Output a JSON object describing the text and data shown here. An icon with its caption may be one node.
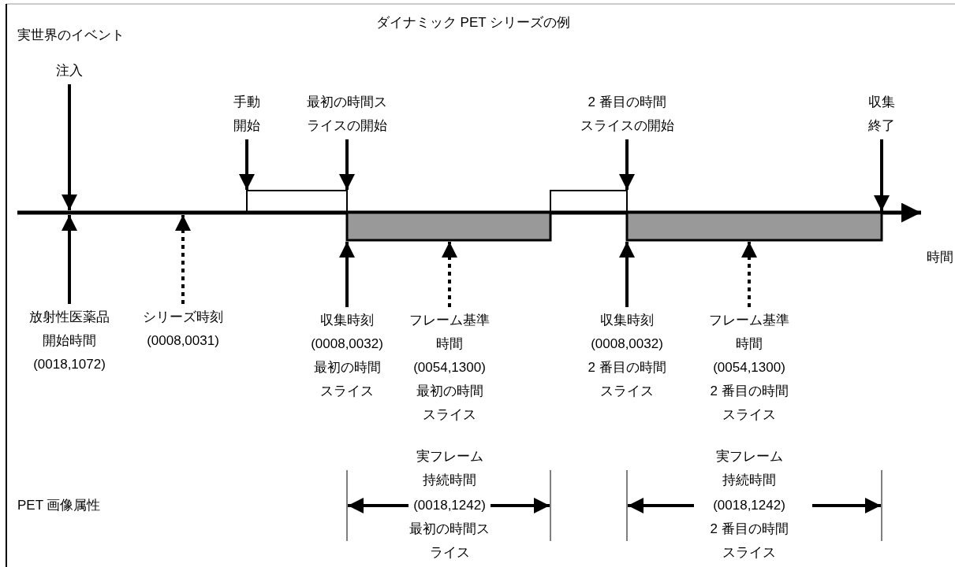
{
  "diagram": {
    "title": "ダイナミック PET シリーズの例",
    "nodes": [
      {
        "text": [
          "注入"
        ]
      },
      {
        "text": [
          "手動開始"
        ]
      },
      {
        "text": [
          "最初の時間スライスの開始"
        ]
      },
      {
        "text": [
          "2 番目の時間スライスの開始"
        ]
      },
      {
        "text": [
          "収集終了"
        ]
      },
      {
        "text": [
          "放射性医薬品開始時間",
          "(0018,1072)"
        ]
      },
      {
        "text": [
          "シリーズ時刻",
          "(0008,0031)"
        ]
      },
      {
        "text": [
          "収集時刻",
          "(0008,0032)",
          "最初の時間スライス"
        ]
      },
      {
        "text": [
          "フレーム基準時間",
          "(0054,1300)",
          "最初の時間スライス"
        ]
      },
      {
        "text": [
          "収集時刻",
          "(0008,0032)",
          "2 番目の時間スライス"
        ]
      },
      {
        "text": [
          "フレーム基準時間",
          "(0054,1300)",
          "2 番目の時間スライス"
        ]
      },
      {
        "text": [],
        "shape": "line"
      },
      {
        "text": [],
        "shape": "box"
      },
      {
        "text": [],
        "shape": "bar"
      },
      {
        "text": [],
        "shape": "box"
      },
      {
        "text": [],
        "shape": "bar"
      }
    ],
    "edges": [
      {
        "from": 0,
        "to": 11,
        "arrow": "to"
      },
      {
        "from": 1,
        "to": 12,
        "arrow": "to"
      },
      {
        "from": 2,
        "to": 12,
        "arrow": "to"
      },
      {
        "from": 3,
        "to": 14,
        "arrow": "to"
      },
      {
        "from": 4,
        "to": 15,
        "arrow": "to"
      },
      {
        "from": 5,
        "to": 11,
        "arrow": "to"
      },
      {
        "from": 6,
        "to": 11,
        "arrow": "to",
        "style": "dashed"
      },
      {
        "from": 7,
        "to": 13,
        "arrow": "to"
      },
      {
        "from": 8,
        "to": 13,
        "arrow": "to",
        "style": "dashed"
      },
      {
        "from": 9,
        "to": 15,
        "arrow": "to"
      },
      {
        "from": 10,
        "to": 15,
        "arrow": "to",
        "style": "dashed"
      }
    ],
    "labels": [
      "実世界のイベント",
      "時間",
      "実フレーム持続時間",
      "(0018,1242)",
      "最初の時間スライス",
      "実フレーム持続時間",
      "(0018,1242)",
      "2 番目の時間スライス",
      "PET 画像属性"
    ]
  }
}
